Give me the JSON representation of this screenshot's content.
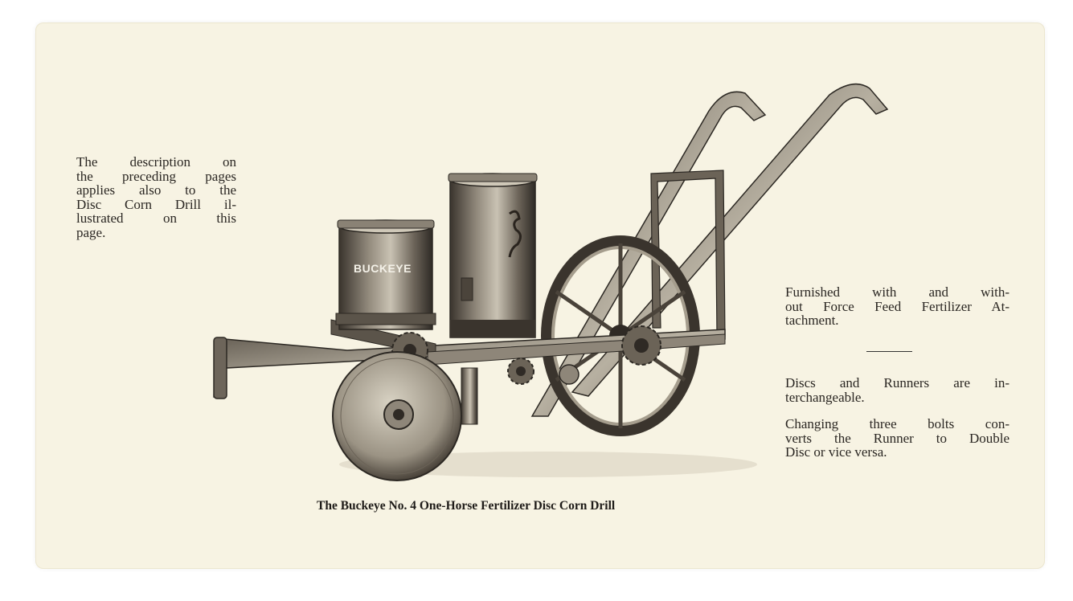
{
  "description_lines": [
    "The description on",
    "the preceding pages",
    "applies also to the",
    "Disc Corn Drill il-",
    "lustrated on this",
    "page."
  ],
  "furnished_lines": [
    "Furnished with and with-",
    "out Force Feed Fertilizer At-",
    "tachment."
  ],
  "discs_lines": [
    "Discs and Runners are in-",
    "terchangeable."
  ],
  "changing_lines": [
    "Changing three bolts con-",
    "verts the Runner to Double",
    "Disc or vice versa."
  ],
  "caption": "The Buckeye No. 4 One-Horse Fertilizer Disc Corn Drill",
  "hopper_brand": "BUCKEYE",
  "colors": {
    "paper": "#f7f3e3",
    "ink": "#2a2622"
  }
}
